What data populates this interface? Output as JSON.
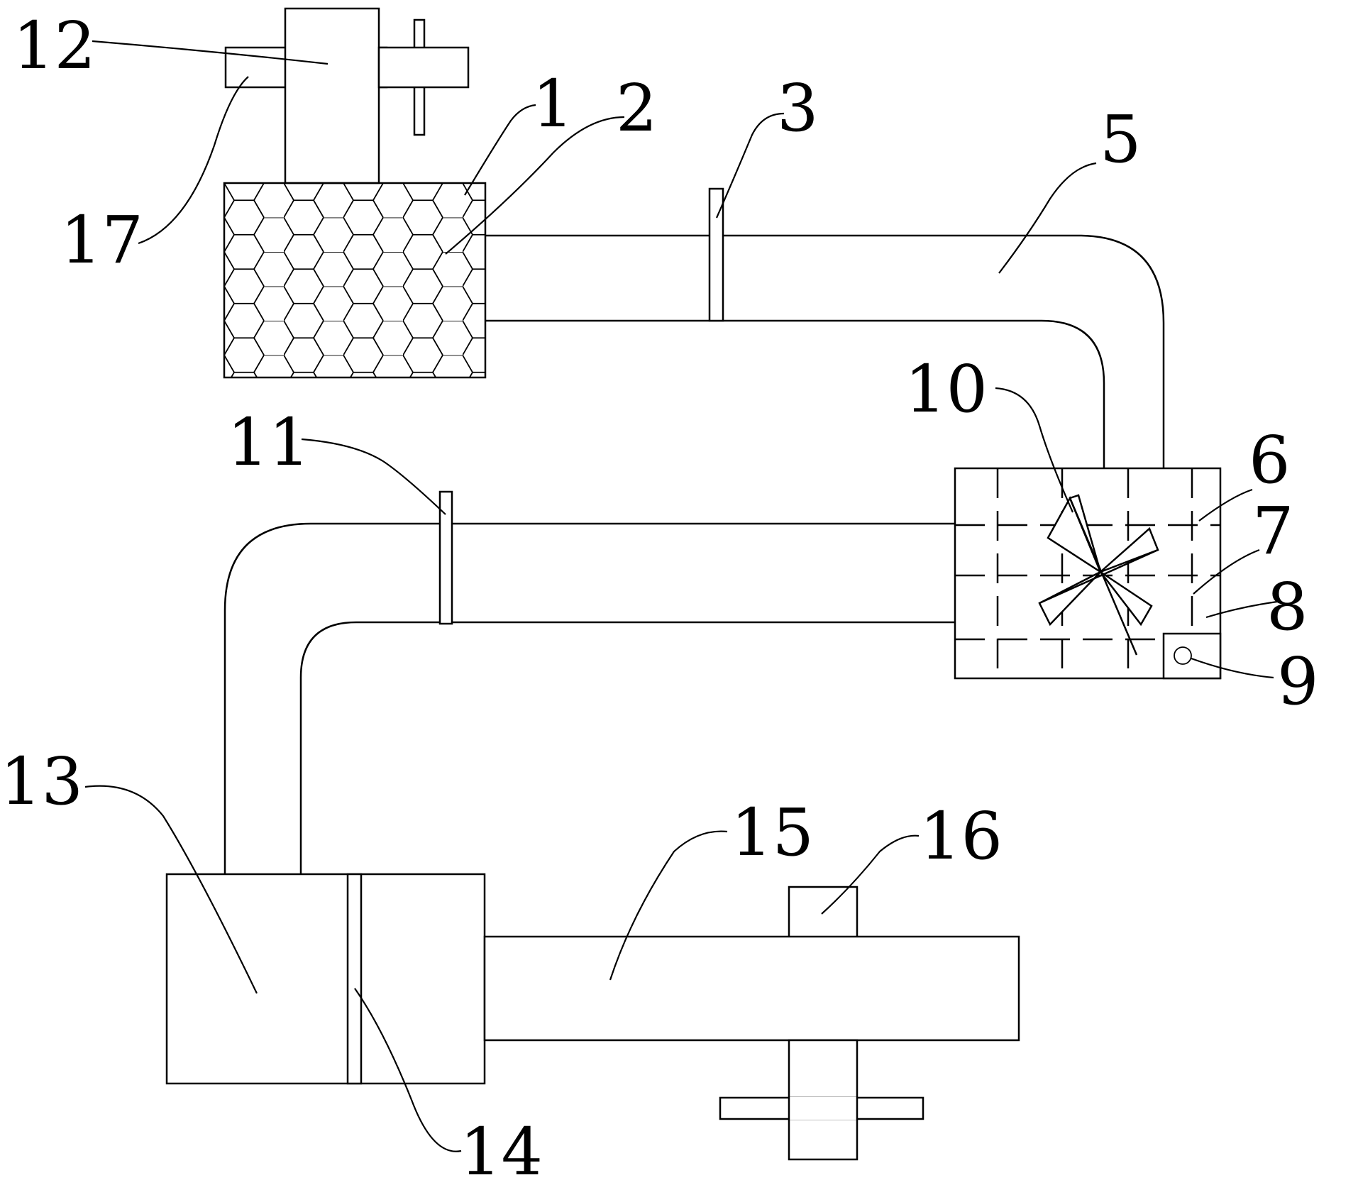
{
  "labels": {
    "l1": "1",
    "l2": "2",
    "l3": "3",
    "l5": "5",
    "l6": "6",
    "l7": "7",
    "l8": "8",
    "l9": "9",
    "l10": "10",
    "l11": "11",
    "l12": "12",
    "l13": "13",
    "l14": "14",
    "l15": "15",
    "l16": "16",
    "l17": "17"
  }
}
